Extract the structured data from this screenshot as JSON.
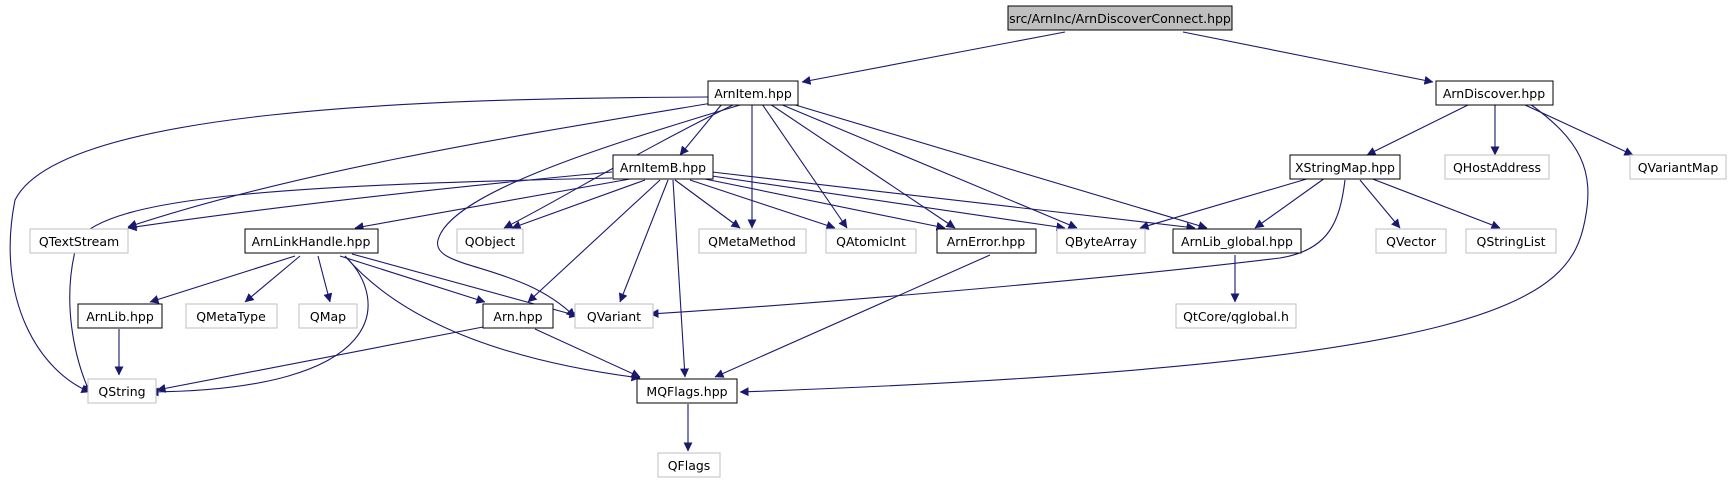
{
  "colors": {
    "edge": "#191970",
    "root_fill": "#bfbfbf",
    "local_border": "#000000",
    "external_border": "#bfbfbf"
  },
  "nodes": {
    "root": "src/ArnInc/ArnDiscoverConnect.hpp",
    "arnitem": "ArnItem.hpp",
    "arndiscover": "ArnDiscover.hpp",
    "arnitemb": "ArnItemB.hpp",
    "xstringmap": "XStringMap.hpp",
    "qhostaddress": "QHostAddress",
    "qvariantmap": "QVariantMap",
    "qtextstream": "QTextStream",
    "arnlinkhandle": "ArnLinkHandle.hpp",
    "qobject": "QObject",
    "qmetamethod": "QMetaMethod",
    "qatomicint": "QAtomicInt",
    "arnerror": "ArnError.hpp",
    "qbytearray": "QByteArray",
    "arnlib_global": "ArnLib_global.hpp",
    "qvector": "QVector",
    "qstringlist": "QStringList",
    "arnlib": "ArnLib.hpp",
    "qmetatype": "QMetaType",
    "qmap": "QMap",
    "arn": "Arn.hpp",
    "qvariant": "QVariant",
    "qtcore_qglobal": "QtCore/qglobal.h",
    "qstring": "QString",
    "mqflags": "MQFlags.hpp",
    "qflags": "QFlags"
  }
}
